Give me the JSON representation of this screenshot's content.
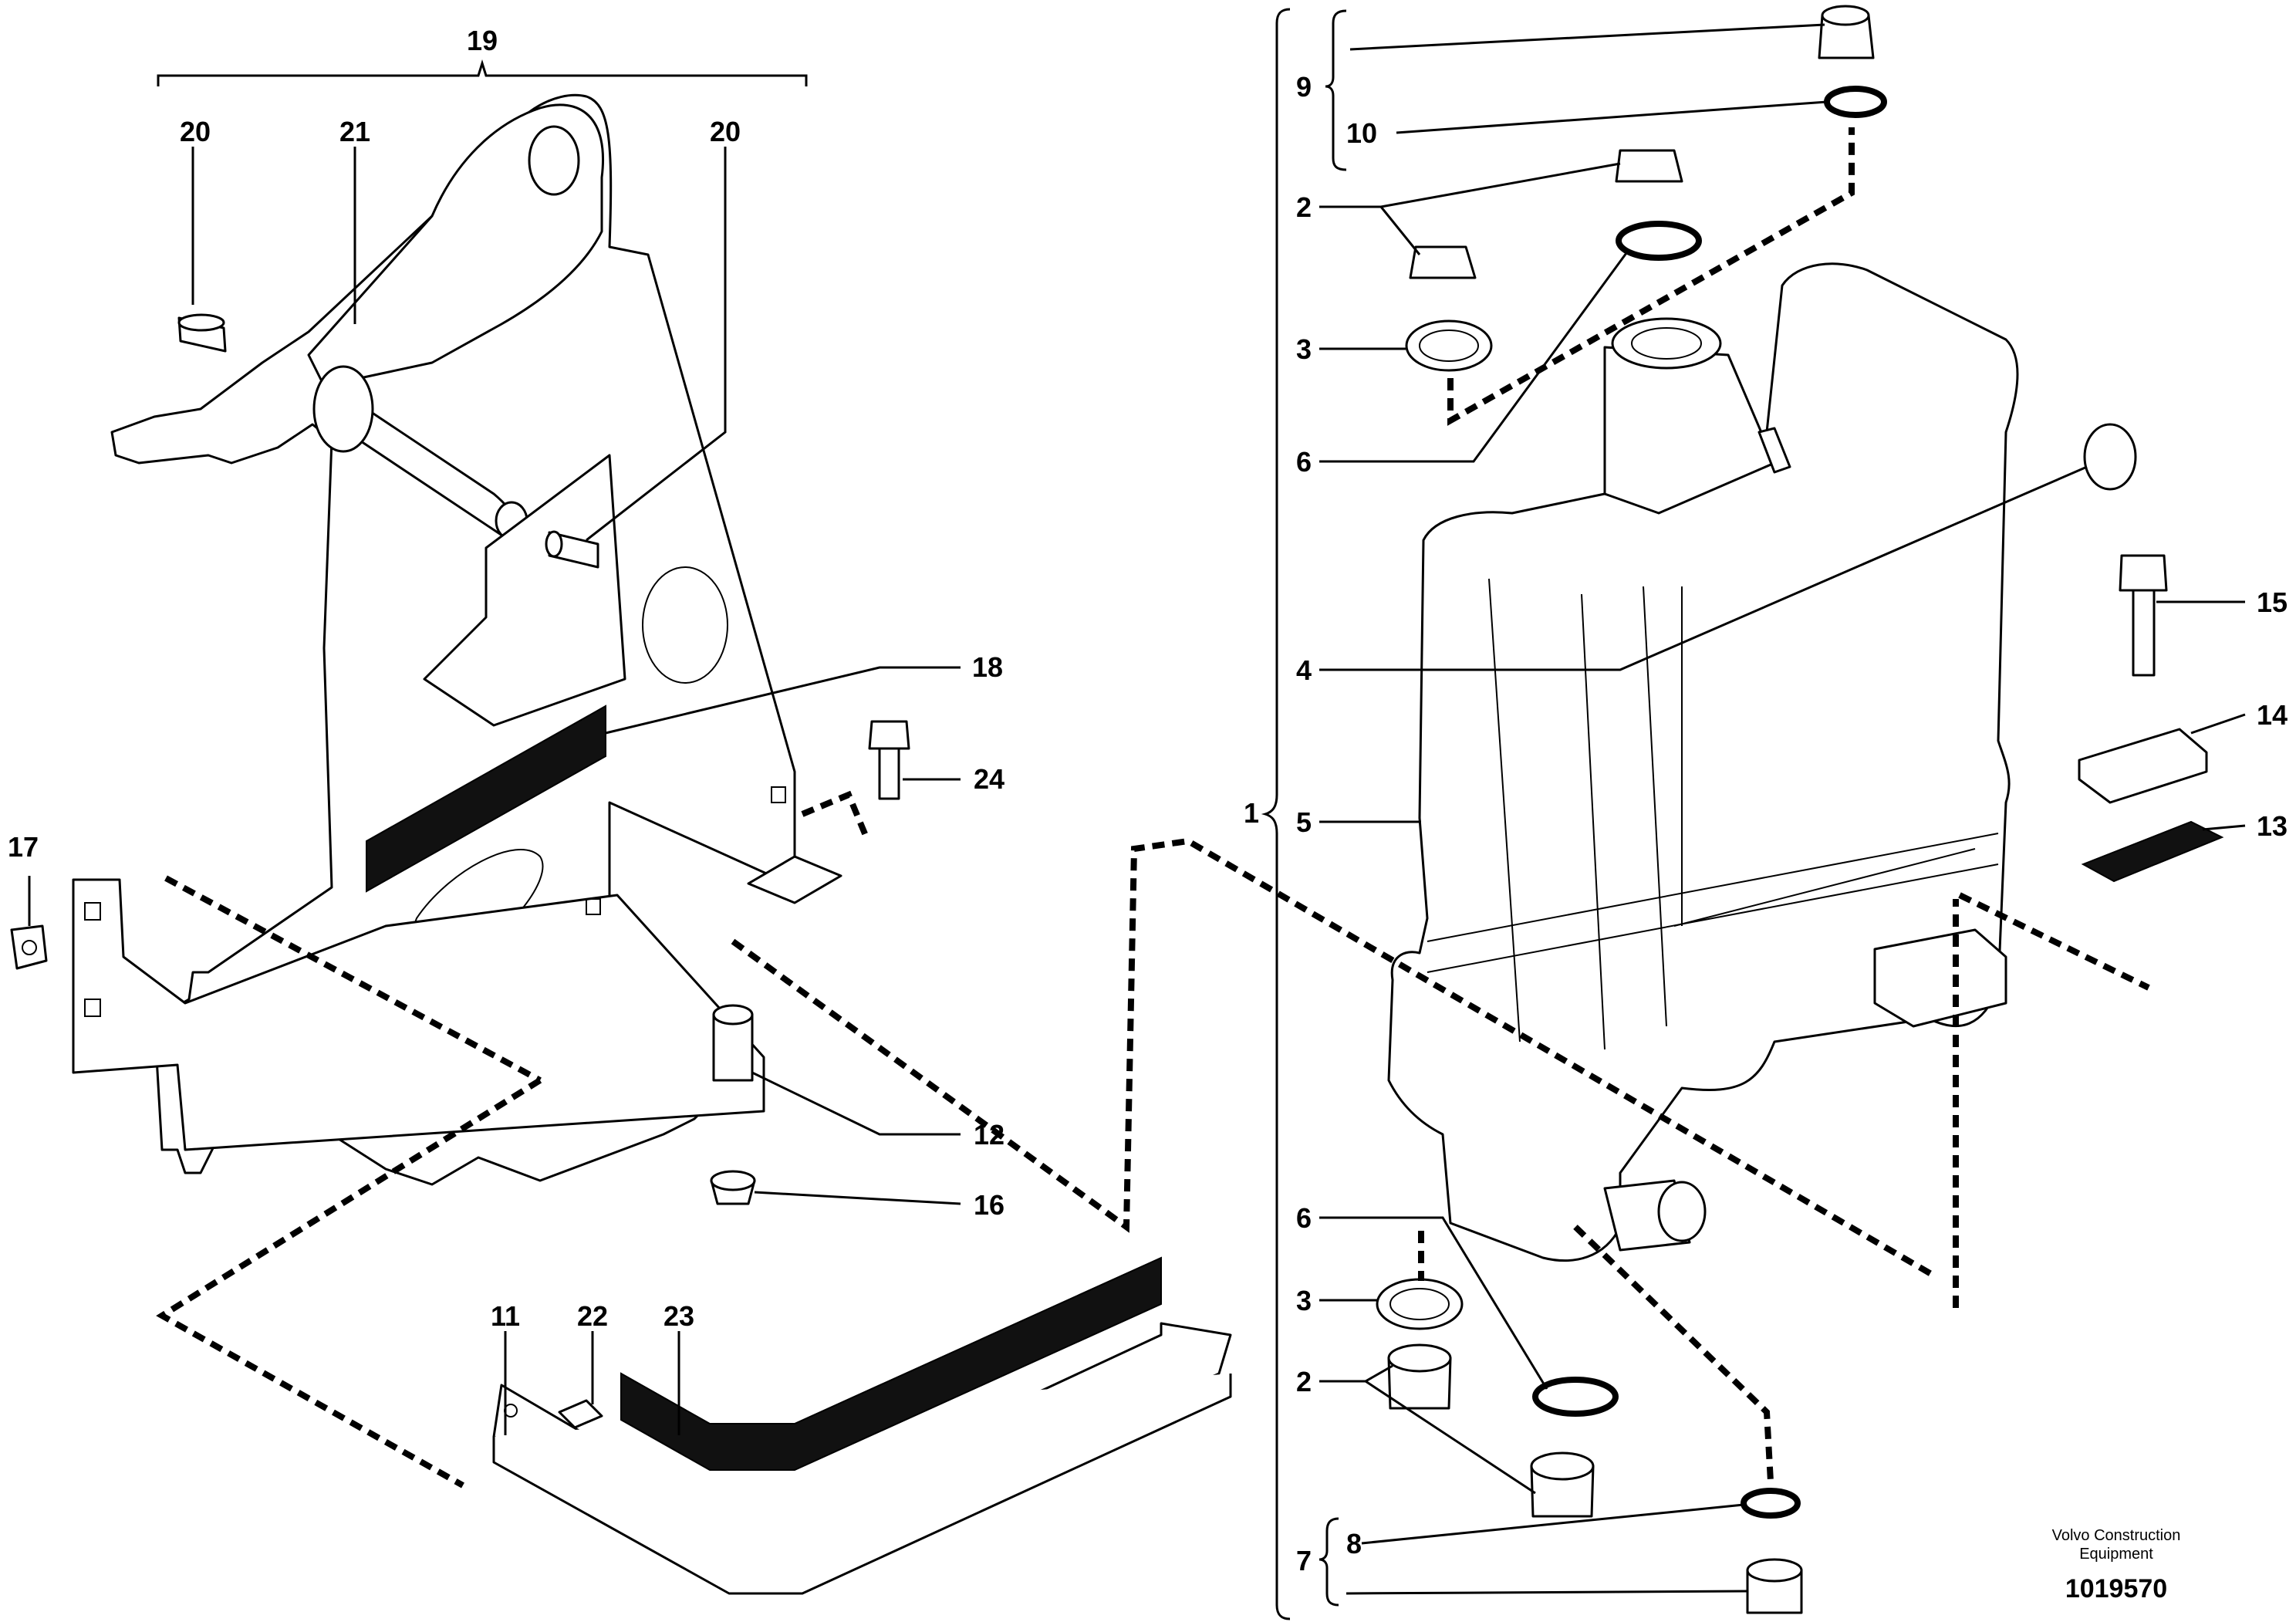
{
  "diagram": {
    "callouts": {
      "c1": "1",
      "c2a": "2",
      "c2b": "2",
      "c3a": "3",
      "c3b": "3",
      "c4": "4",
      "c5": "5",
      "c6a": "6",
      "c6b": "6",
      "c7": "7",
      "c8": "8",
      "c9": "9",
      "c10": "10",
      "c11": "11",
      "c12": "12",
      "c13": "13",
      "c14": "14",
      "c15": "15",
      "c16": "16",
      "c17": "17",
      "c18": "18",
      "c19": "19",
      "c20a": "20",
      "c20b": "20",
      "c21": "21",
      "c22": "22",
      "c23": "23",
      "c24": "24"
    },
    "footer": {
      "maker_line1": "Volvo Construction",
      "maker_line2": "Equipment",
      "doc_number": "1019570"
    }
  }
}
